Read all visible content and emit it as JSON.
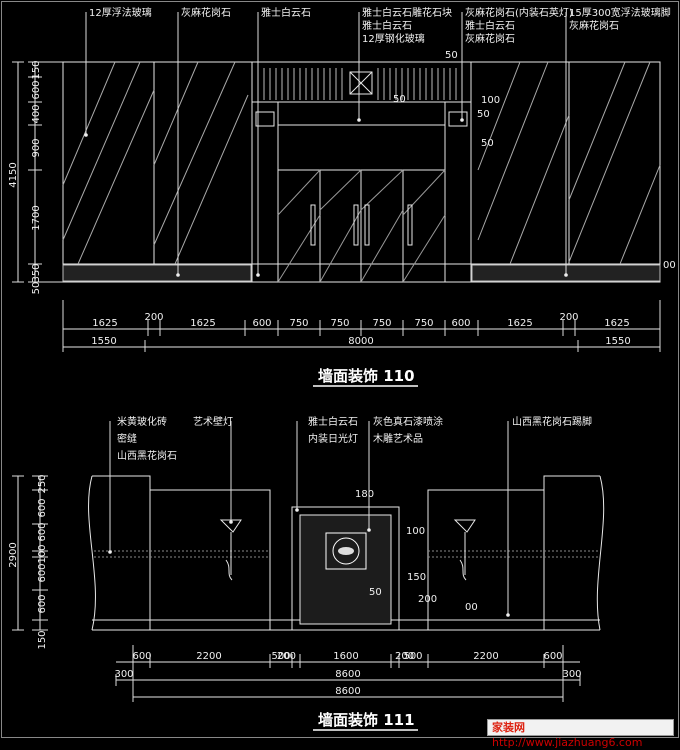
{
  "top": {
    "title": "墙面装饰 110",
    "callouts": [
      "12厚浮法玻璃",
      "灰麻花岗石",
      "雅士白云石",
      "雅士白云石雕花石块",
      "12厚钢化玻璃",
      "灰麻花岗石(内装石英灯)",
      "雅士白云石",
      "灰麻花岗石",
      "15厚300宽浮法玻璃脚",
      "灰麻花岗石"
    ],
    "left_dims": [
      "150",
      "600",
      "400",
      "900",
      "1700",
      "350",
      "50"
    ],
    "total_height": "4150",
    "row1": [
      "1625",
      "200",
      "1625",
      "600",
      "750",
      "750",
      "750",
      "750",
      "600",
      "1625",
      "200",
      "1625"
    ],
    "row2": [
      "1550",
      "8000",
      "1550"
    ],
    "misc": [
      "50",
      "50",
      "100",
      "50",
      "50",
      "00"
    ]
  },
  "bottom": {
    "title": "墙面装饰 111",
    "callouts": [
      "米黄玻化砖",
      "密缝",
      "山西黑花岗石",
      "艺术壁灯",
      "雅士白云石",
      "内装日光灯",
      "灰色真石漆喷涂",
      "木雕艺术品",
      "山西黑花岗石踢脚"
    ],
    "left_dims": [
      "250",
      "600",
      "100",
      "600",
      "600",
      "150"
    ],
    "total_height": "2900",
    "row1": [
      "600",
      "2200",
      "500",
      "200",
      "1600",
      "200",
      "500",
      "2200",
      "600"
    ],
    "row2": [
      "300",
      "8600",
      "300"
    ],
    "row3": [
      "8600"
    ],
    "misc": [
      "180",
      "100",
      "150",
      "50",
      "200",
      "00"
    ]
  },
  "watermark": {
    "site": "家装网",
    "url": "http://www.jiazhuang6.com"
  }
}
